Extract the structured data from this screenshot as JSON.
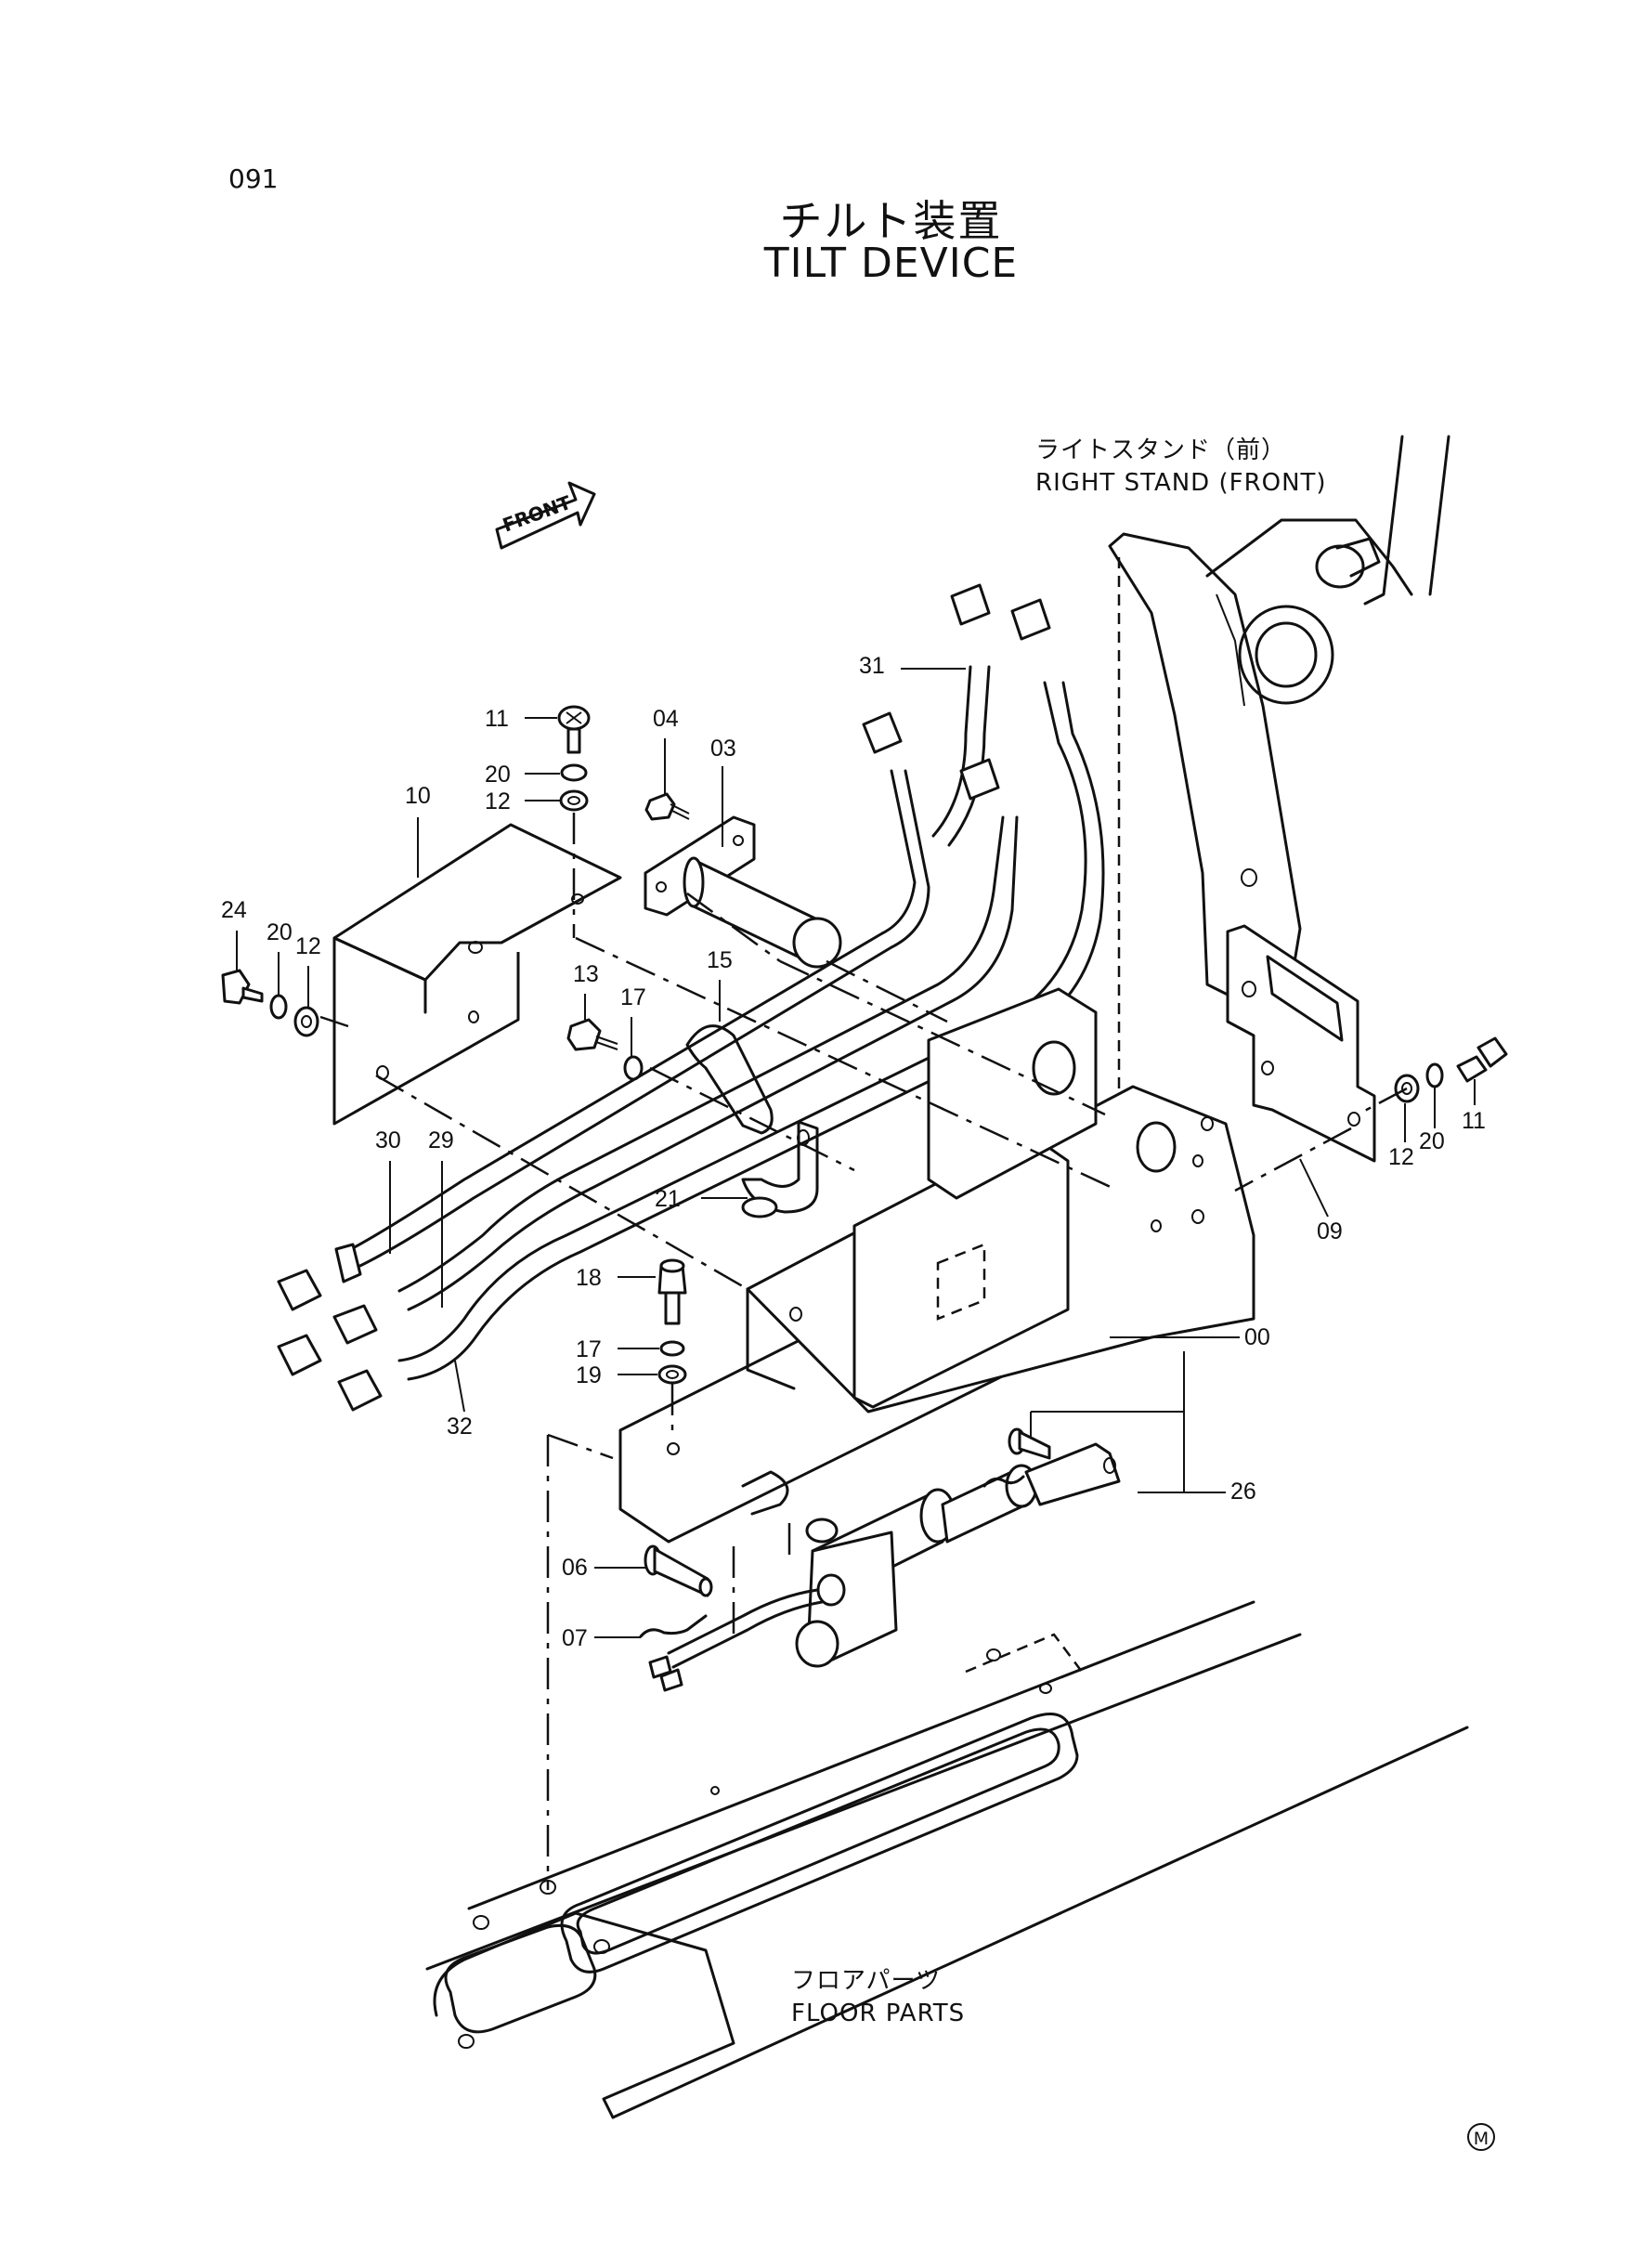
{
  "page": {
    "number": "091",
    "title_jp": "チルト装置",
    "title_en": "TILT DEVICE",
    "mark": "M"
  },
  "captions": {
    "right_stand_jp": "ライトスタンド（前）",
    "right_stand_en": "RIGHT STAND (FRONT)",
    "floor_parts_jp": "フロアパーツ",
    "floor_parts_en": "FLOOR PARTS",
    "front": "FRONT"
  },
  "callouts": [
    "00",
    "03",
    "04",
    "06",
    "07",
    "09",
    "10",
    "11",
    "11",
    "12",
    "12",
    "12",
    "13",
    "15",
    "17",
    "17",
    "18",
    "19",
    "20",
    "20",
    "20",
    "21",
    "24",
    "26",
    "29",
    "30",
    "31",
    "32"
  ]
}
